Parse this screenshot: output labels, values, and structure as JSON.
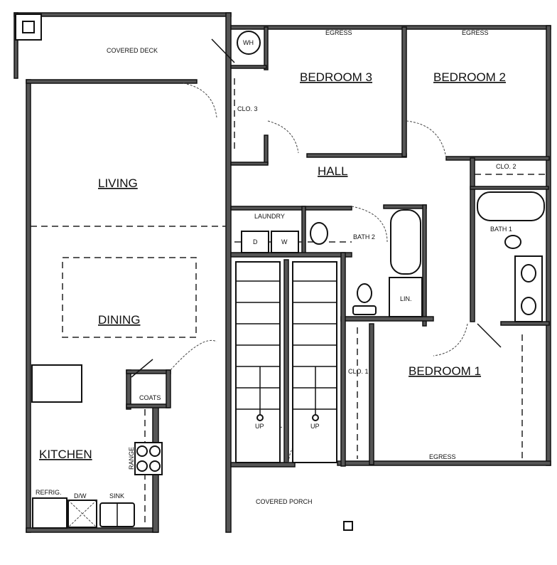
{
  "rooms": {
    "covered_deck": "COVERED DECK",
    "living": "LIVING",
    "dining": "DINING",
    "kitchen": "KITCHEN",
    "bedroom3": "BEDROOM 3",
    "bedroom2": "BEDROOM 2",
    "bedroom1": "BEDROOM 1",
    "hall": "HALL",
    "laundry": "LAUNDRY",
    "bath2": "BATH 2",
    "bath1": "BATH 1",
    "covered_porch": "COVERED PORCH"
  },
  "fixtures": {
    "wh": "WH",
    "clo3": "CLO. 3",
    "clo2": "CLO. 2",
    "clo1": "CLO. 1",
    "lin": "LIN.",
    "coats": "COATS",
    "range": "RANGE",
    "refrig": "REFRIG.",
    "dw": "D/W",
    "sink": "SINK",
    "dryer": "D",
    "washer": "W",
    "up1": "UP",
    "up2": "UP",
    "egress1": "EGRESS",
    "egress2": "EGRESS",
    "egress3": "EGRESS"
  }
}
